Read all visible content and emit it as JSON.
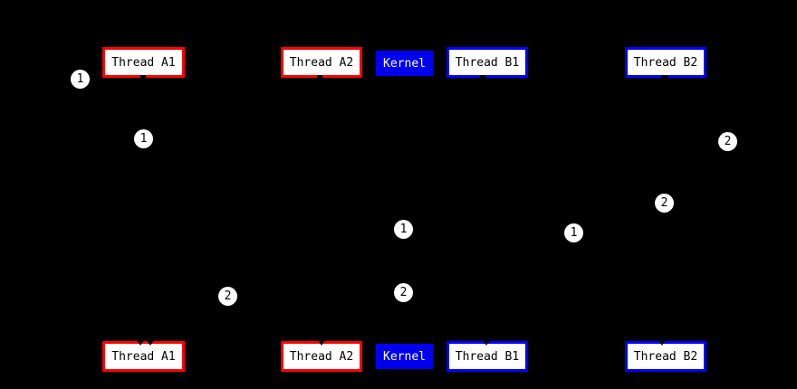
{
  "diagram": {
    "description": "Thread scheduling diagram: user threads of process A (red) and process B (blue) with Kernel, shown in a top state row and a bottom state row; white circled step numbers mark scheduling order on (invisible black) edges.",
    "background_color": "#000000",
    "colors": {
      "process_a_border": "#ff0000",
      "process_b_border": "#0000ff",
      "kernel_background": "#0000ee",
      "kernel_text": "#ffffff",
      "node_background": "#ffffff",
      "node_text": "#000000",
      "marker_background": "#ffffff",
      "marker_text": "#000000"
    }
  },
  "nodes": {
    "top": [
      {
        "id": "thread-a1",
        "label": "Thread A1",
        "group": "process-a"
      },
      {
        "id": "thread-a2",
        "label": "Thread A2",
        "group": "process-a"
      },
      {
        "id": "kernel",
        "label": "Kernel",
        "group": "kernel"
      },
      {
        "id": "thread-b1",
        "label": "Thread B1",
        "group": "process-b"
      },
      {
        "id": "thread-b2",
        "label": "Thread B2",
        "group": "process-b"
      }
    ],
    "bottom": [
      {
        "id": "thread-a1",
        "label": "Thread A1",
        "group": "process-a"
      },
      {
        "id": "thread-a2",
        "label": "Thread A2",
        "group": "process-a"
      },
      {
        "id": "kernel",
        "label": "Kernel",
        "group": "kernel"
      },
      {
        "id": "thread-b1",
        "label": "Thread B1",
        "group": "process-b"
      },
      {
        "id": "thread-b2",
        "label": "Thread B2",
        "group": "process-b"
      }
    ]
  },
  "markers": [
    {
      "label": "1"
    },
    {
      "label": "1"
    },
    {
      "label": "2"
    },
    {
      "label": "2"
    },
    {
      "label": "1"
    },
    {
      "label": "1"
    },
    {
      "label": "2"
    },
    {
      "label": "2"
    }
  ]
}
